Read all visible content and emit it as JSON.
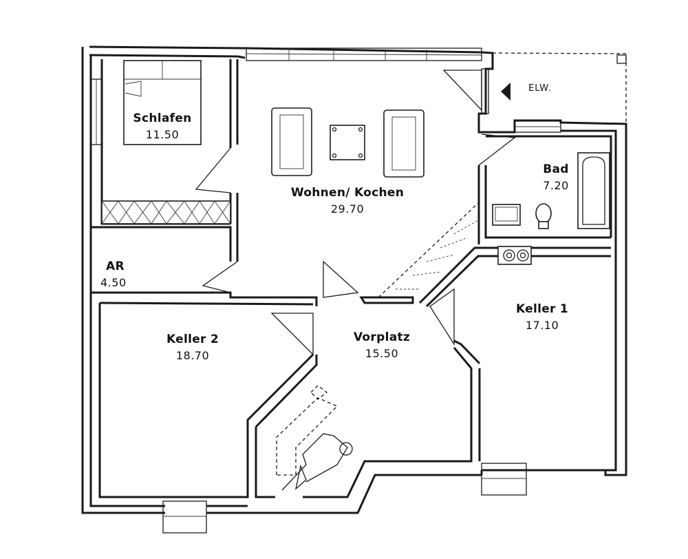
{
  "floorplan": {
    "rooms": [
      {
        "id": "schlafen",
        "name": "Schlafen",
        "area": "11.50"
      },
      {
        "id": "wohnen-kochen",
        "name": "Wohnen/ Kochen",
        "area": "29.70"
      },
      {
        "id": "bad",
        "name": "Bad",
        "area": "7.20"
      },
      {
        "id": "ar",
        "name": "AR",
        "area": "4.50"
      },
      {
        "id": "keller-2",
        "name": "Keller 2",
        "area": "18.70"
      },
      {
        "id": "vorplatz",
        "name": "Vorplatz",
        "area": "15.50"
      },
      {
        "id": "keller-1",
        "name": "Keller 1",
        "area": "17.10"
      }
    ],
    "annotations": {
      "elw": "ELW."
    },
    "colors": {
      "line": "#1a1a1a",
      "background": "#ffffff"
    }
  }
}
